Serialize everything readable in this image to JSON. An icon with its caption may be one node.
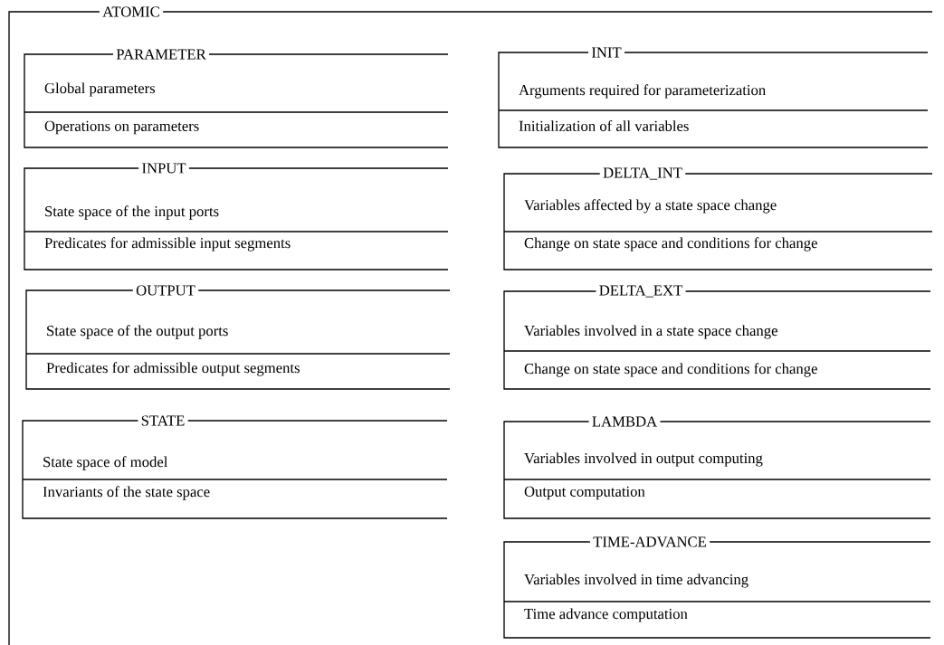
{
  "diagram": {
    "nodes": [
      {
        "text": [
          "ATOMIC"
        ]
      },
      {
        "text": [
          "PARAMETER",
          "Global parameters",
          "Operations on parameters"
        ],
        "in": 0
      },
      {
        "text": [
          "INIT",
          "Arguments required for parameterization",
          "Initialization of all variables"
        ],
        "in": 0
      },
      {
        "text": [
          "INPUT",
          "State space of the input ports",
          "Predicates for admissible input segments"
        ],
        "in": 0
      },
      {
        "text": [
          "DELTA_INT",
          "Variables affected by a state space change",
          "Change on state space and conditions for change"
        ],
        "in": 0
      },
      {
        "text": [
          "OUTPUT",
          "State space of the output ports",
          "Predicates for admissible output segments"
        ],
        "in": 0
      },
      {
        "text": [
          "DELTA_EXT",
          "Variables involved in a state space change",
          "Change on state space and conditions for change"
        ],
        "in": 0
      },
      {
        "text": [
          "STATE",
          "State space of model",
          "Invariants of the state space"
        ],
        "in": 0
      },
      {
        "text": [
          "LAMBDA",
          "Variables involved in output computing",
          "Output computation"
        ],
        "in": 0
      },
      {
        "text": [
          "TIME-ADVANCE",
          "Variables involved in time advancing",
          "Time advance computation"
        ],
        "in": 0
      }
    ]
  }
}
